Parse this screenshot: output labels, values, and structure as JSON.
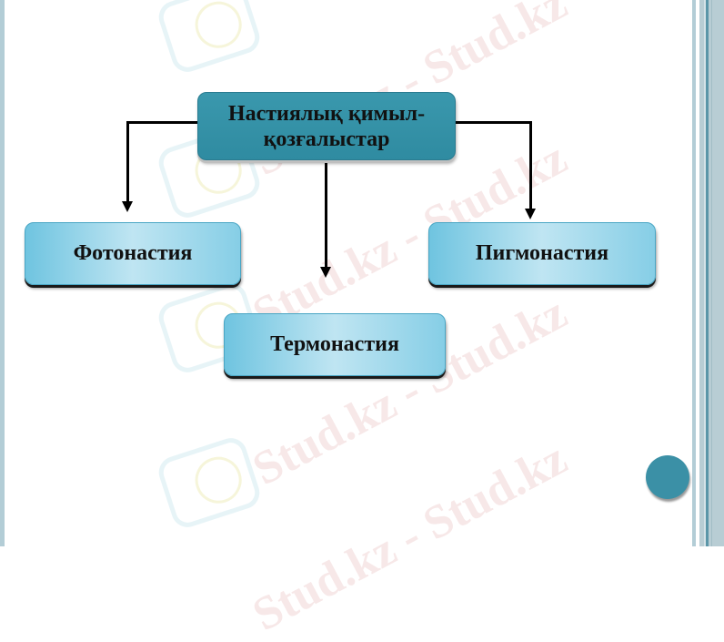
{
  "diagram": {
    "root": {
      "label": "Настиялық қимыл-қозғалыстар"
    },
    "children": [
      {
        "id": "photonasty",
        "label": "Фотонастия"
      },
      {
        "id": "thermonasty",
        "label": "Термонастия"
      },
      {
        "id": "pigmonasty",
        "label": "Пигмонастия"
      }
    ]
  },
  "watermark": {
    "text": "Stud.kz - Stud.kz"
  },
  "colors": {
    "root_fill": "#3398ad",
    "child_fill": "#a6daee",
    "accent_dot": "#3b90a6",
    "side_bars": "#b3cdd6"
  }
}
